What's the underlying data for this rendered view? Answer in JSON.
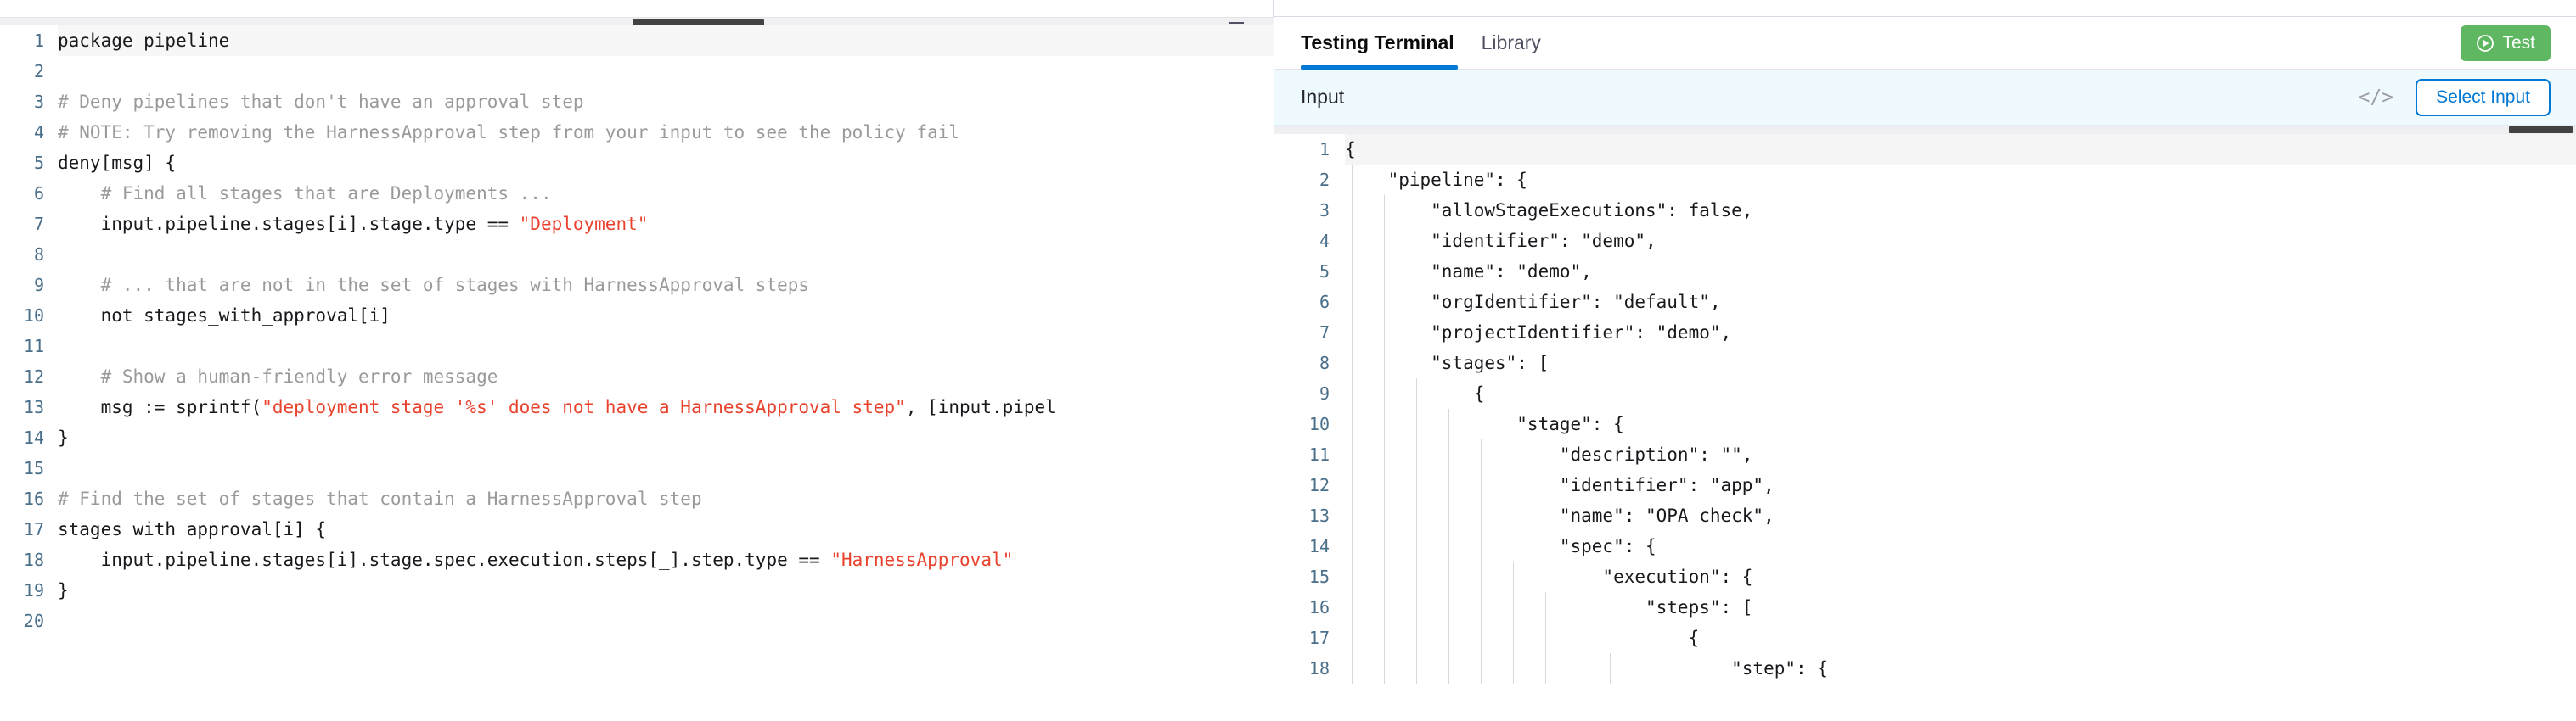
{
  "editor": {
    "minimize_label": "—",
    "icons": {
      "minimize": "minimize-icon"
    },
    "lines": [
      {
        "n": "1",
        "indent": 0,
        "tokens": [
          {
            "t": "pln",
            "s": "package pipeline"
          }
        ]
      },
      {
        "n": "2",
        "indent": 0,
        "tokens": [
          {
            "t": "pln",
            "s": ""
          }
        ]
      },
      {
        "n": "3",
        "indent": 0,
        "tokens": [
          {
            "t": "cmt",
            "s": "# Deny pipelines that don't have an approval step"
          }
        ]
      },
      {
        "n": "4",
        "indent": 0,
        "tokens": [
          {
            "t": "cmt",
            "s": "# NOTE: Try removing the HarnessApproval step from your input to see the policy fail"
          }
        ]
      },
      {
        "n": "5",
        "indent": 0,
        "tokens": [
          {
            "t": "pln",
            "s": "deny[msg] {"
          }
        ]
      },
      {
        "n": "6",
        "indent": 1,
        "tokens": [
          {
            "t": "cmt",
            "s": "    # Find all stages that are Deployments ..."
          }
        ]
      },
      {
        "n": "7",
        "indent": 1,
        "tokens": [
          {
            "t": "pln",
            "s": "    input.pipeline.stages[i].stage.type == "
          },
          {
            "t": "str",
            "s": "\"Deployment\""
          }
        ]
      },
      {
        "n": "8",
        "indent": 1,
        "tokens": [
          {
            "t": "pln",
            "s": ""
          }
        ]
      },
      {
        "n": "9",
        "indent": 1,
        "tokens": [
          {
            "t": "cmt",
            "s": "    # ... that are not in the set of stages with HarnessApproval steps"
          }
        ]
      },
      {
        "n": "10",
        "indent": 1,
        "tokens": [
          {
            "t": "pln",
            "s": "    not stages_with_approval[i]"
          }
        ]
      },
      {
        "n": "11",
        "indent": 1,
        "tokens": [
          {
            "t": "pln",
            "s": ""
          }
        ]
      },
      {
        "n": "12",
        "indent": 1,
        "tokens": [
          {
            "t": "cmt",
            "s": "    # Show a human-friendly error message"
          }
        ]
      },
      {
        "n": "13",
        "indent": 1,
        "tokens": [
          {
            "t": "pln",
            "s": "    msg := sprintf("
          },
          {
            "t": "str",
            "s": "\"deployment stage '%s' does not have a HarnessApproval step\""
          },
          {
            "t": "pln",
            "s": ", [input.pipel"
          }
        ]
      },
      {
        "n": "14",
        "indent": 0,
        "tokens": [
          {
            "t": "pln",
            "s": "}"
          }
        ]
      },
      {
        "n": "15",
        "indent": 0,
        "tokens": [
          {
            "t": "pln",
            "s": ""
          }
        ]
      },
      {
        "n": "16",
        "indent": 0,
        "tokens": [
          {
            "t": "cmt",
            "s": "# Find the set of stages that contain a HarnessApproval step"
          }
        ]
      },
      {
        "n": "17",
        "indent": 0,
        "tokens": [
          {
            "t": "pln",
            "s": "stages_with_approval[i] {"
          }
        ]
      },
      {
        "n": "18",
        "indent": 1,
        "tokens": [
          {
            "t": "pln",
            "s": "    input.pipeline.stages[i].stage.spec.execution.steps[_].step.type == "
          },
          {
            "t": "str",
            "s": "\"HarnessApproval\""
          }
        ]
      },
      {
        "n": "19",
        "indent": 0,
        "tokens": [
          {
            "t": "pln",
            "s": "}"
          }
        ]
      },
      {
        "n": "20",
        "indent": 0,
        "tokens": [
          {
            "t": "pln",
            "s": ""
          }
        ]
      }
    ]
  },
  "right": {
    "tabs": [
      {
        "label": "Testing Terminal",
        "active": true
      },
      {
        "label": "Library",
        "active": false
      }
    ],
    "test_button": {
      "label": "Test",
      "icon": "play-circle-icon",
      "color": "#5fb761"
    },
    "input_panel": {
      "title": "Input",
      "code_icon": "</>",
      "select_input_label": "Select Input",
      "accent": "#0278d5",
      "background": "#effaff"
    },
    "json_lines": [
      {
        "n": "1",
        "guides": 0,
        "text": "{"
      },
      {
        "n": "2",
        "guides": 1,
        "text": "    \"pipeline\": {"
      },
      {
        "n": "3",
        "guides": 2,
        "text": "        \"allowStageExecutions\": false,"
      },
      {
        "n": "4",
        "guides": 2,
        "text": "        \"identifier\": \"demo\","
      },
      {
        "n": "5",
        "guides": 2,
        "text": "        \"name\": \"demo\","
      },
      {
        "n": "6",
        "guides": 2,
        "text": "        \"orgIdentifier\": \"default\","
      },
      {
        "n": "7",
        "guides": 2,
        "text": "        \"projectIdentifier\": \"demo\","
      },
      {
        "n": "8",
        "guides": 2,
        "text": "        \"stages\": ["
      },
      {
        "n": "9",
        "guides": 3,
        "text": "            {"
      },
      {
        "n": "10",
        "guides": 4,
        "text": "                \"stage\": {"
      },
      {
        "n": "11",
        "guides": 5,
        "text": "                    \"description\": \"\","
      },
      {
        "n": "12",
        "guides": 5,
        "text": "                    \"identifier\": \"app\","
      },
      {
        "n": "13",
        "guides": 5,
        "text": "                    \"name\": \"OPA check\","
      },
      {
        "n": "14",
        "guides": 5,
        "text": "                    \"spec\": {"
      },
      {
        "n": "15",
        "guides": 6,
        "text": "                        \"execution\": {"
      },
      {
        "n": "16",
        "guides": 7,
        "text": "                            \"steps\": ["
      },
      {
        "n": "17",
        "guides": 8,
        "text": "                                {"
      },
      {
        "n": "18",
        "guides": 9,
        "text": "                                    \"step\": {"
      }
    ]
  }
}
